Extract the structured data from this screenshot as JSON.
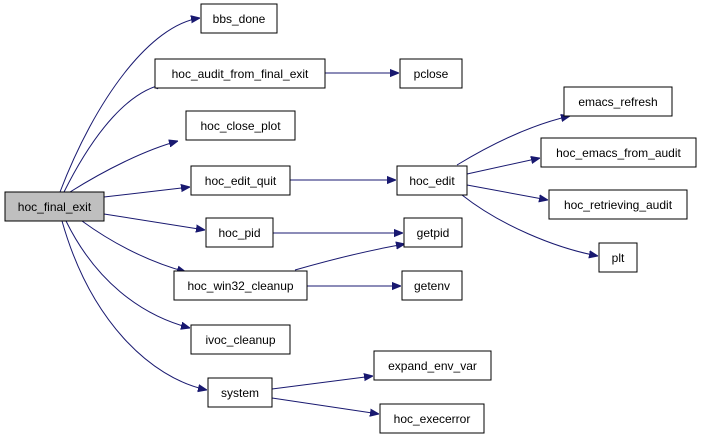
{
  "graph": {
    "edge_color": "#191970",
    "root_fill": "#bfbfbf",
    "nodes": [
      {
        "id": "hoc_final_exit",
        "label": "hoc_final_exit",
        "root": true
      },
      {
        "id": "bbs_done",
        "label": "bbs_done"
      },
      {
        "id": "hoc_audit_from_final_exit",
        "label": "hoc_audit_from_final_exit"
      },
      {
        "id": "pclose",
        "label": "pclose"
      },
      {
        "id": "hoc_close_plot",
        "label": "hoc_close_plot"
      },
      {
        "id": "hoc_edit_quit",
        "label": "hoc_edit_quit"
      },
      {
        "id": "hoc_edit",
        "label": "hoc_edit"
      },
      {
        "id": "emacs_refresh",
        "label": "emacs_refresh"
      },
      {
        "id": "hoc_emacs_from_audit",
        "label": "hoc_emacs_from_audit"
      },
      {
        "id": "hoc_retrieving_audit",
        "label": "hoc_retrieving_audit"
      },
      {
        "id": "plt",
        "label": "plt"
      },
      {
        "id": "hoc_pid",
        "label": "hoc_pid"
      },
      {
        "id": "getpid",
        "label": "getpid"
      },
      {
        "id": "hoc_win32_cleanup",
        "label": "hoc_win32_cleanup"
      },
      {
        "id": "getenv",
        "label": "getenv"
      },
      {
        "id": "ivoc_cleanup",
        "label": "ivoc_cleanup"
      },
      {
        "id": "system",
        "label": "system"
      },
      {
        "id": "expand_env_var",
        "label": "expand_env_var"
      },
      {
        "id": "hoc_execerror",
        "label": "hoc_execerror"
      }
    ],
    "edges": [
      {
        "from": "hoc_final_exit",
        "to": "bbs_done"
      },
      {
        "from": "hoc_final_exit",
        "to": "hoc_audit_from_final_exit"
      },
      {
        "from": "hoc_final_exit",
        "to": "hoc_close_plot"
      },
      {
        "from": "hoc_final_exit",
        "to": "hoc_edit_quit"
      },
      {
        "from": "hoc_final_exit",
        "to": "hoc_pid"
      },
      {
        "from": "hoc_final_exit",
        "to": "hoc_win32_cleanup"
      },
      {
        "from": "hoc_final_exit",
        "to": "ivoc_cleanup"
      },
      {
        "from": "hoc_final_exit",
        "to": "system"
      },
      {
        "from": "hoc_audit_from_final_exit",
        "to": "pclose"
      },
      {
        "from": "hoc_edit_quit",
        "to": "hoc_edit"
      },
      {
        "from": "hoc_edit",
        "to": "emacs_refresh"
      },
      {
        "from": "hoc_edit",
        "to": "hoc_emacs_from_audit"
      },
      {
        "from": "hoc_edit",
        "to": "hoc_retrieving_audit"
      },
      {
        "from": "hoc_edit",
        "to": "plt"
      },
      {
        "from": "hoc_pid",
        "to": "getpid"
      },
      {
        "from": "hoc_win32_cleanup",
        "to": "getpid"
      },
      {
        "from": "hoc_win32_cleanup",
        "to": "getenv"
      },
      {
        "from": "system",
        "to": "expand_env_var"
      },
      {
        "from": "system",
        "to": "hoc_execerror"
      }
    ]
  }
}
